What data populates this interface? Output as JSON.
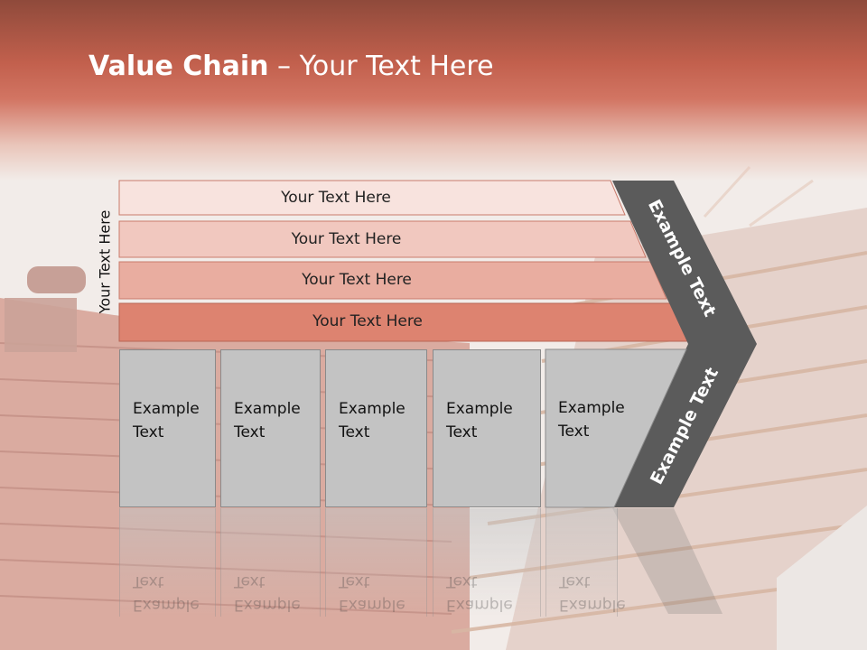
{
  "title": {
    "bold": "Value Chain",
    "rest": " – Your Text Here"
  },
  "side_label": "Your Text Here",
  "bands": [
    {
      "label": "Your Text Here",
      "color": "#f8e3de"
    },
    {
      "label": "Your Text Here",
      "color": "#f1c8bf"
    },
    {
      "label": "Your Text Here",
      "color": "#e9ada0"
    },
    {
      "label": "Your Text Here",
      "color": "#dd8370"
    }
  ],
  "boxes": [
    {
      "line1": "Example",
      "line2": "Text"
    },
    {
      "line1": "Example",
      "line2": "Text"
    },
    {
      "line1": "Example",
      "line2": "Text"
    },
    {
      "line1": "Example",
      "line2": "Text"
    },
    {
      "line1": "Example",
      "line2": "Text"
    }
  ],
  "chevron": {
    "upper": "Example Text",
    "lower": "Example Text",
    "color": "#5b5b5b"
  }
}
